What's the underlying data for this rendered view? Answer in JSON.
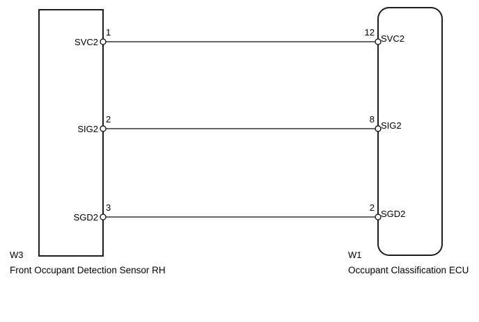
{
  "diagram": {
    "type": "wiring-harness-connection",
    "background_color": "#ffffff",
    "wire_color": "#666666",
    "outline_color": "#1c1c1c",
    "text_color": "#000000"
  },
  "left_connector": {
    "code": "W3",
    "description": "Front Occupant Detection Sensor RH",
    "shape": "rectangle",
    "pins": [
      {
        "number": "1",
        "name": "SVC2"
      },
      {
        "number": "2",
        "name": "SIG2"
      },
      {
        "number": "3",
        "name": "SGD2"
      }
    ]
  },
  "right_connector": {
    "code": "W1",
    "description": "Occupant Classification ECU",
    "shape": "rounded-rectangle",
    "pins": [
      {
        "number": "12",
        "name": "SVC2"
      },
      {
        "number": "8",
        "name": "SIG2"
      },
      {
        "number": "2",
        "name": "SGD2"
      }
    ]
  },
  "wires": [
    {
      "signal": "SVC2",
      "from_pin": "1",
      "to_pin": "12"
    },
    {
      "signal": "SIG2",
      "from_pin": "2",
      "to_pin": "8"
    },
    {
      "signal": "SGD2",
      "from_pin": "3",
      "to_pin": "2"
    }
  ]
}
